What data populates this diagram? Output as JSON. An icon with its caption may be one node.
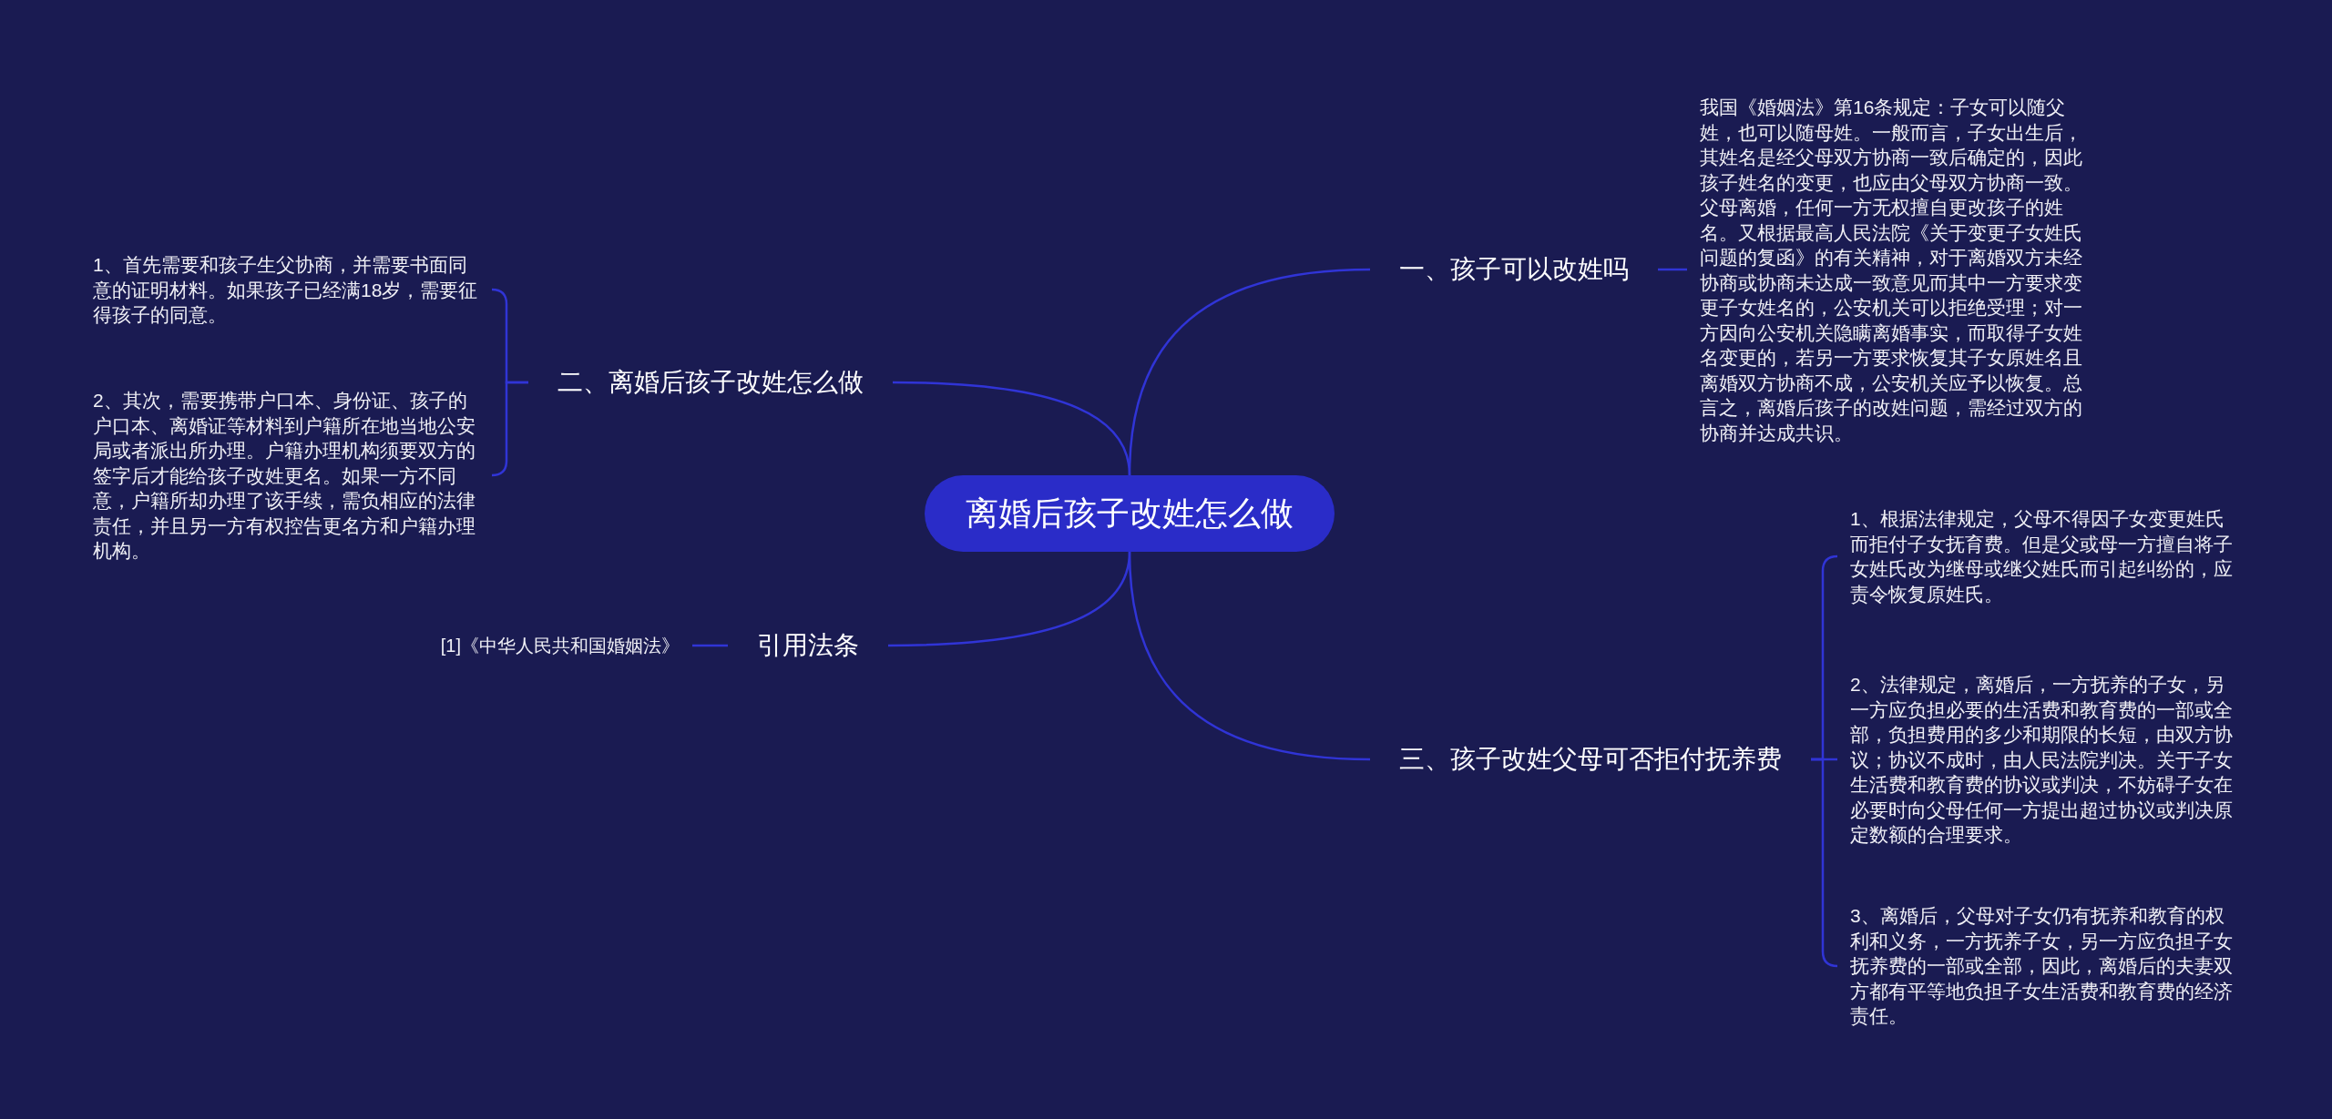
{
  "diagram": {
    "nodes": [
      {
        "text": [
          "离婚后孩子改姓怎么做"
        ]
      },
      {
        "text": [
          "一、孩子可以改姓吗"
        ]
      },
      {
        "text": [
          "我国《婚姻法》第16条规定：子女可以随父姓，也可以随母姓。一般而言，子女出生后，其姓名是经父母双方协商一致后确定的，因此孩子姓名的变更，也应由父母双方协商一致。父母离婚，任何一方无权擅自更改孩子的姓名。又根据最高人民法院《关于变更子女姓氏问题的复函》的有关精神，对于离婚双方未经协商或协商未达成一致意见而其中一方要求变更子女姓名的，公安机关可以拒绝受理；对一方因向公安机关隐瞒离婚事实，而取得子女姓名变更的，若另一方要求恢复其子女原姓名且离婚双方协商不成，公安机关应予以恢复。总言之，离婚后孩子的改姓问题，需经过双方的协商并达成共识。"
        ]
      },
      {
        "text": [
          "二、离婚后孩子改姓怎么做"
        ]
      },
      {
        "text": [
          "1、首先需要和孩子生父协商，并需要书面同意的证明材料。如果孩子已经满18岁，需要征得孩子的同意。"
        ]
      },
      {
        "text": [
          "2、其次，需要携带户口本、身份证、孩子的户口本、离婚证等材料到户籍所在地当地公安局或者派出所办理。户籍办理机构须要双方的签字后才能给孩子改姓更名。如果一方不同意，户籍所却办理了该手续，需负相应的法律责任，并且另一方有权控告更名方和户籍办理机构。"
        ]
      },
      {
        "text": [
          "三、孩子改姓父母可否拒付抚养费"
        ]
      },
      {
        "text": [
          "1、根据法律规定，父母不得因子女变更姓氏而拒付子女抚育费。但是父或母一方擅自将子女姓氏改为继母或继父姓氏而引起纠纷的，应责令恢复原姓氏。"
        ]
      },
      {
        "text": [
          "2、法律规定，离婚后，一方抚养的子女，另一方应负担必要的生活费和教育费的一部或全部，负担费用的多少和期限的长短，由双方协议；协议不成时，由人民法院判决。关于子女生活费和教育费的协议或判决，不妨碍子女在必要时向父母任何一方提出超过协议或判决原定数额的合理要求。"
        ]
      },
      {
        "text": [
          "3、离婚后，父母对子女仍有抚养和教育的权利和义务，一方抚养子女，另一方应负担子女抚养费的一部或全部，因此，离婚后的夫妻双方都有平等地负担子女生活费和教育费的经济责任。"
        ]
      },
      {
        "text": [
          "引用法条"
        ]
      },
      {
        "text": [
          "[1]《中华人民共和国婚姻法》"
        ]
      }
    ],
    "edges": [
      {
        "from": 0,
        "to": 1,
        "arrow": "none"
      },
      {
        "from": 1,
        "to": 2,
        "arrow": "none"
      },
      {
        "from": 0,
        "to": 3,
        "arrow": "none"
      },
      {
        "from": 3,
        "to": 4,
        "arrow": "none"
      },
      {
        "from": 3,
        "to": 5,
        "arrow": "none"
      },
      {
        "from": 0,
        "to": 6,
        "arrow": "none"
      },
      {
        "from": 6,
        "to": 7,
        "arrow": "none"
      },
      {
        "from": 6,
        "to": 8,
        "arrow": "none"
      },
      {
        "from": 6,
        "to": 9,
        "arrow": "none"
      },
      {
        "from": 0,
        "to": 10,
        "arrow": "none"
      },
      {
        "from": 10,
        "to": 11,
        "arrow": "none"
      }
    ]
  }
}
